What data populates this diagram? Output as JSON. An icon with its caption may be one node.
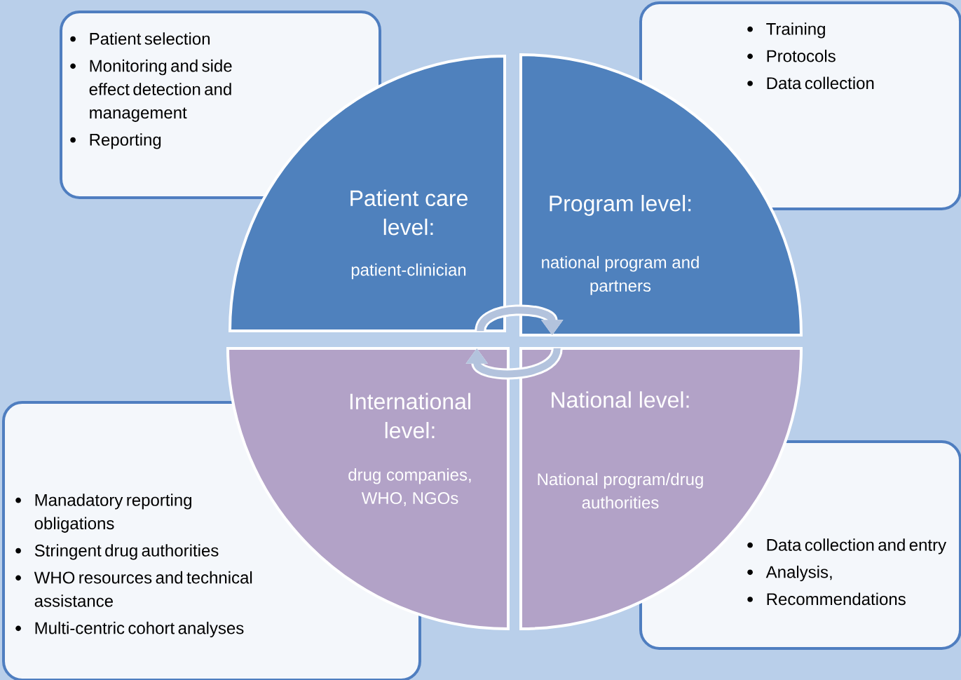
{
  "diagram": {
    "nodes": [
      {
        "text": [
          "Patient selection",
          "Monitoring and side effect detection and management",
          "Reporting"
        ]
      },
      {
        "text": [
          "Training",
          "Protocols",
          "Data collection"
        ]
      },
      {
        "text": [
          "Patient care level:",
          "patient-clinician"
        ]
      },
      {
        "text": [
          "Program level:",
          "national program and partners"
        ]
      },
      {
        "text": [
          "International level:",
          "drug companies, WHO, NGOs"
        ]
      },
      {
        "text": [
          "National level:",
          "National program/drug authorities"
        ]
      },
      {
        "text": [
          "Manadatory reporting obligations",
          "Stringent drug authorities",
          "WHO resources and technical assistance",
          "Multi-centric cohort analyses"
        ]
      },
      {
        "text": [
          "Data collection and entry",
          "Analysis,",
          "Recommendations"
        ]
      }
    ],
    "edges": [
      {
        "from": 2,
        "to": 3,
        "arrow": "to"
      },
      {
        "from": 5,
        "to": 4,
        "arrow": "to"
      }
    ]
  }
}
